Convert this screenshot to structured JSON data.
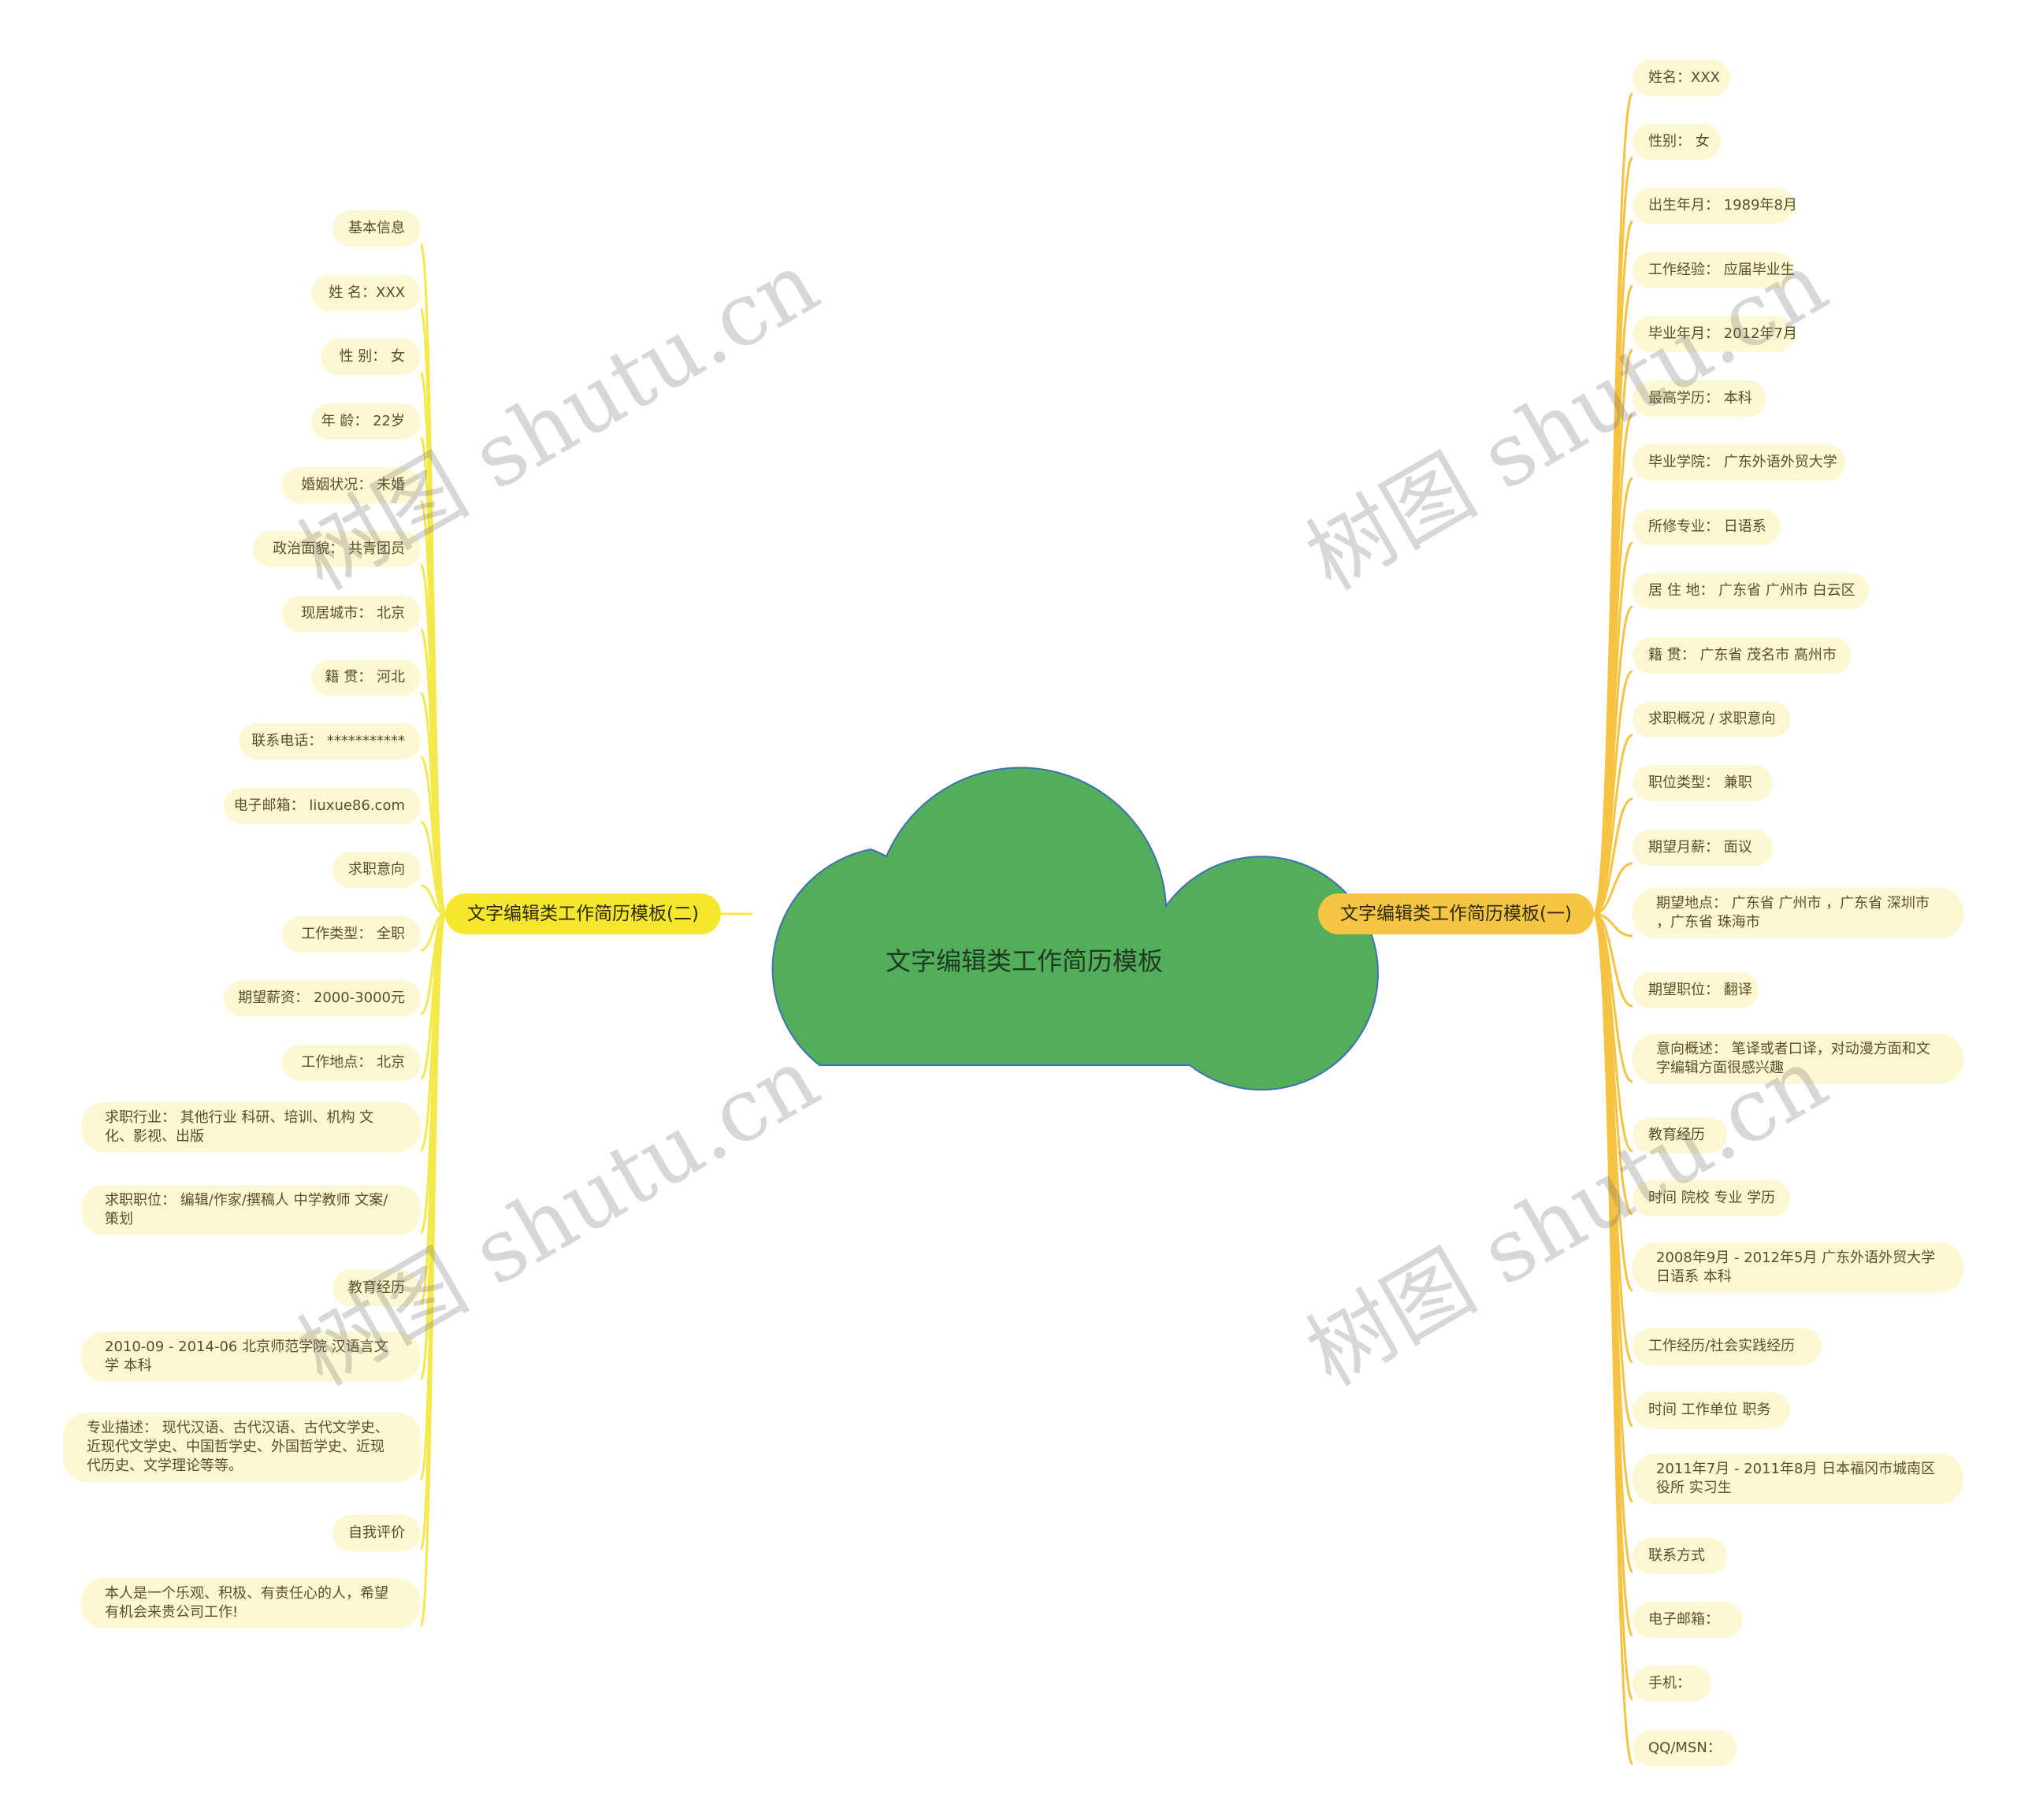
{
  "center": {
    "label": "文字编辑类工作简历模板",
    "fill": "#52ae5a",
    "stroke": "#3f6fb4"
  },
  "branches": {
    "left": {
      "label": "文字编辑类工作简历模板(二)",
      "color": "#f6e62c",
      "line": "#f4e84a"
    },
    "right": {
      "label": "文字编辑类工作简历模板(一)",
      "color": "#f7c544",
      "line": "#f5c242"
    }
  },
  "left_items": [
    "基本信息",
    "姓 名：XXX",
    "性 别： 女",
    "年 龄： 22岁",
    "婚姻状况： 未婚",
    "政治面貌： 共青团员",
    "现居城市： 北京",
    "籍 贯： 河北",
    "联系电话： ***********",
    "电子邮箱： liuxue86.com",
    "求职意向",
    "工作类型： 全职",
    "期望薪资： 2000-3000元",
    "工作地点： 北京",
    "求职行业： 其他行业 科研、培训、机构 文化、影视、出版",
    "求职职位： 编辑/作家/撰稿人 中学教师 文案/策划",
    "教育经历",
    "2010-09 - 2014-06 北京师范学院 汉语言文学 本科",
    "专业描述： 现代汉语、古代汉语、古代文学史、近现代文学史、中国哲学史、外国哲学史、近现代历史、文学理论等等。",
    "自我评价",
    "本人是一个乐观、积极、有责任心的人，希望有机会来贵公司工作!"
  ],
  "right_items": [
    "姓名：XXX",
    "性别： 女",
    "出生年月： 1989年8月",
    "工作经验： 应届毕业生",
    "毕业年月： 2012年7月",
    "最高学历： 本科",
    "毕业学院： 广东外语外贸大学",
    "所修专业： 日语系",
    "居 住 地： 广东省 广州市 白云区",
    "籍 贯： 广东省 茂名市 高州市",
    "求职概况 / 求职意向",
    "职位类型： 兼职",
    "期望月薪： 面议",
    "期望地点： 广东省 广州市 ，广东省 深圳市 ，广东省 珠海市",
    "期望职位： 翻译",
    "意向概述： 笔译或者口译，对动漫方面和文字编辑方面很感兴趣",
    "教育经历",
    "时间 院校 专业 学历",
    "2008年9月 - 2012年5月 广东外语外贸大学 日语系 本科",
    "工作经历/社会实践经历",
    "时间 工作单位 职务",
    "2011年7月 - 2011年8月 日本福冈市城南区役所 实习生",
    "联系方式",
    "电子邮箱：",
    "手机：",
    "QQ/MSN："
  ],
  "watermarks": [
    "树图 shutu.cn",
    "树图 shutu.cn",
    "树图 shutu.cn",
    "树图 shutu.cn"
  ]
}
